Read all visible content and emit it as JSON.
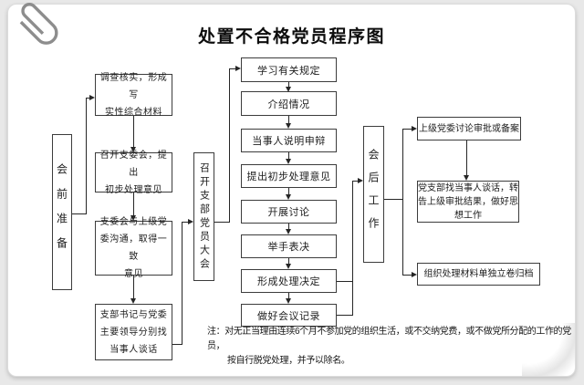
{
  "title": "处置不合格党员程序图",
  "phases": {
    "pre": "会前准备",
    "meeting": "召开支部党员大会",
    "post": "会后工作"
  },
  "left_steps": [
    {
      "lines": [
        "调查核实，形成写",
        "实性综合材料"
      ]
    },
    {
      "lines": [
        "召开支委会，提出",
        "初步处理意见"
      ]
    },
    {
      "lines": [
        "支委会与上级党",
        "委沟通，取得一致",
        "意见"
      ]
    },
    {
      "lines": [
        "支部书记与党委",
        "主要领导分别找",
        "当事人谈话"
      ]
    }
  ],
  "center_steps": [
    "学习有关规定",
    "介绍情况",
    "当事人说明申辩",
    "提出初步处理意见",
    "开展讨论",
    "举手表决",
    "形成处理决定",
    "做好会议记录"
  ],
  "right_steps": [
    {
      "lines": [
        "上级党委讨论审批或备案"
      ]
    },
    {
      "lines": [
        "党支部找当事人谈话，转",
        "告上级审批结果，做好思",
        "想工作"
      ]
    },
    {
      "lines": [
        "组织处理材料单独立卷归档"
      ]
    }
  ],
  "note": {
    "line1": "注：对无正当理由连续6个月不参加党的组织生活，或不交纳党费，或不做党所分配的工作的党员，",
    "line2": "按自行脱党处理，并予以除名。"
  },
  "colors": {
    "line": "#262626",
    "card_bg": "#ffffff",
    "page_bg": "#e8e8e8"
  }
}
